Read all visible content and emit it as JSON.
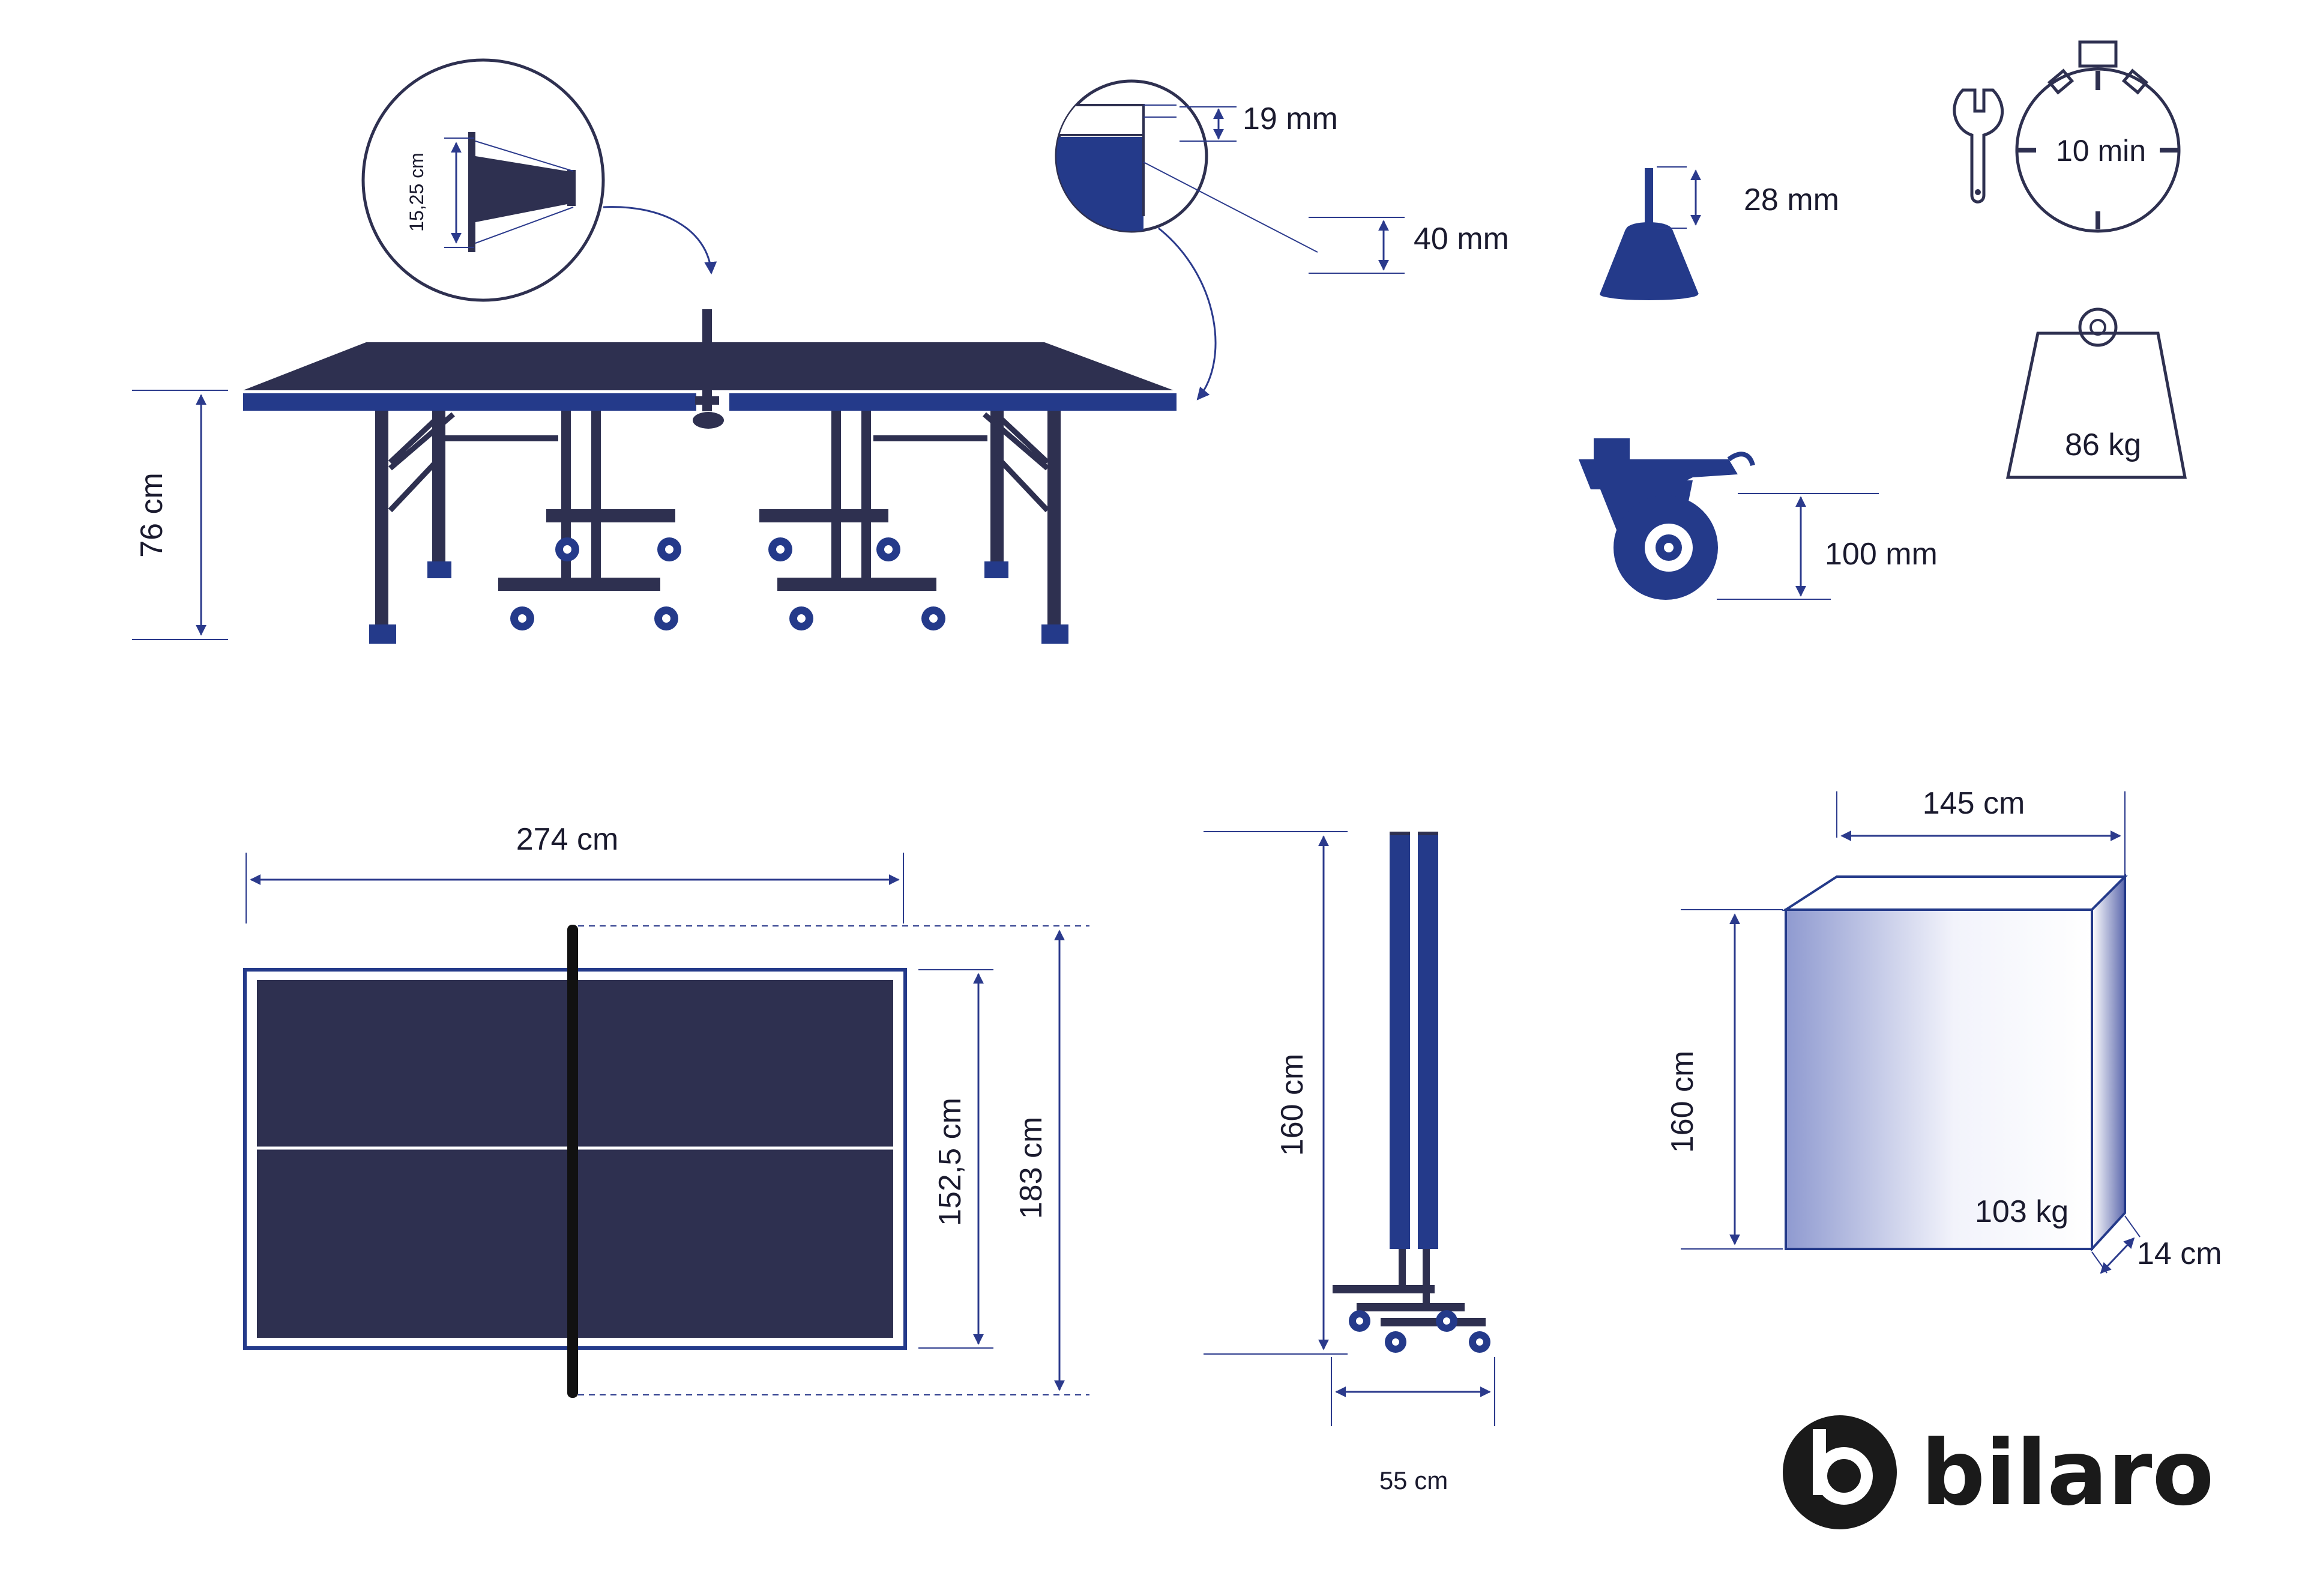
{
  "labels": {
    "net_height": "15,25 cm",
    "top_thickness": "19 mm",
    "apron_height": "40 mm",
    "table_height": "76 cm",
    "foot_height": "28 mm",
    "wheel_diameter": "100 mm",
    "assembly_time": "10 min",
    "weight_net": "86 kg",
    "length": "274 cm",
    "width": "152,5 cm",
    "net_length": "183 cm",
    "folded_height": "160 cm",
    "folded_depth": "55 cm",
    "box_width": "145 cm",
    "box_height": "160 cm",
    "box_weight": "103 kg",
    "box_depth": "14 cm"
  },
  "brand": {
    "name": "bilaro"
  },
  "colors": {
    "navy": "#2e3050",
    "blue": "#243a8a",
    "line": "#2b3a8c",
    "logo": "#1a1a1a"
  },
  "icons": [
    "wrench-icon",
    "stopwatch-icon",
    "weight-icon",
    "caster-wheel-icon",
    "leveling-foot-icon",
    "net-detail-icon",
    "tabletop-detail-icon"
  ]
}
